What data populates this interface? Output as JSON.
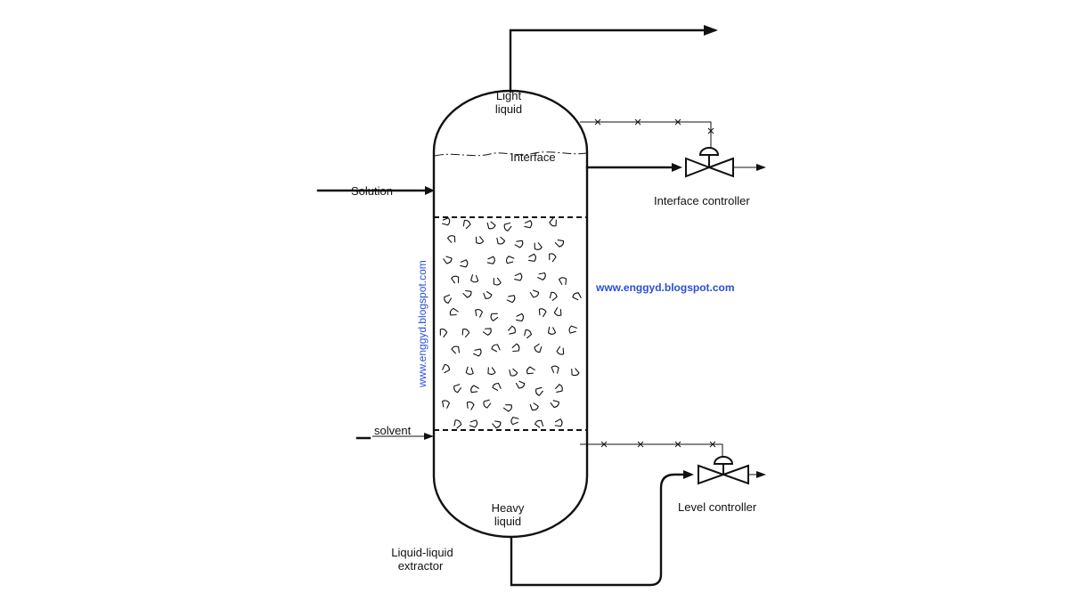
{
  "labels": {
    "light_liquid_1": "Light",
    "light_liquid_2": "liquid",
    "interface": "Interface",
    "solution": "Solution",
    "solvent": "solvent",
    "heavy_liquid_1": "Heavy",
    "heavy_liquid_2": "liquid",
    "vessel_name_1": "Liquid-liquid",
    "vessel_name_2": "extractor",
    "interface_controller": "Interface controller",
    "level_controller": "Level controller"
  },
  "watermarks": {
    "vertical": "www.enggyd.blogspot.com",
    "horizontal": "www.enggyd.blogspot.com"
  },
  "colors": {
    "line": "#111111",
    "watermark": "#2b4fd8",
    "background": "#ffffff"
  }
}
